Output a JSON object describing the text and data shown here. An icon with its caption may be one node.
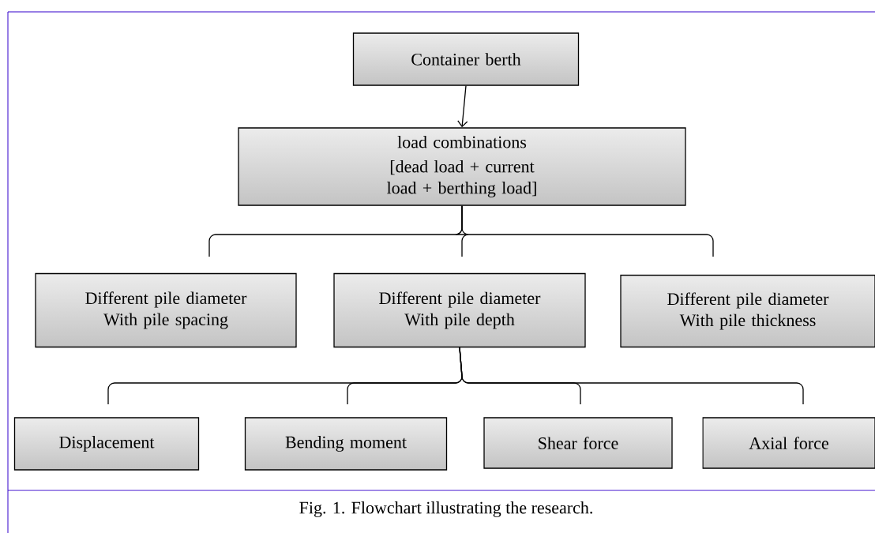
{
  "diagram": {
    "caption": "Fig. 1. Flowchart illustrating the research.",
    "nodes": [
      {
        "text": [
          "Container berth"
        ]
      },
      {
        "text": [
          "load combinations",
          "[dead load + current load + berthing load]"
        ]
      },
      {
        "text": [
          "Different pile diameter With pile spacing"
        ]
      },
      {
        "text": [
          "Different pile diameter With pile depth"
        ]
      },
      {
        "text": [
          "Different pile diameter With pile thickness"
        ]
      },
      {
        "text": [
          "Displacement"
        ]
      },
      {
        "text": [
          "Bending moment"
        ]
      },
      {
        "text": [
          "Shear force"
        ]
      },
      {
        "text": [
          "Axial force"
        ]
      }
    ],
    "edges": [
      {
        "from": 0,
        "to": 1,
        "arrow": "to"
      },
      {
        "from": 1,
        "to": 2,
        "arrow": "none"
      },
      {
        "from": 1,
        "to": 3,
        "arrow": "none"
      },
      {
        "from": 1,
        "to": 4,
        "arrow": "none"
      },
      {
        "from": 3,
        "to": 5,
        "arrow": "none"
      },
      {
        "from": 3,
        "to": 6,
        "arrow": "none"
      },
      {
        "from": 3,
        "to": 7,
        "arrow": "none"
      },
      {
        "from": 3,
        "to": 8,
        "arrow": "none"
      }
    ]
  }
}
